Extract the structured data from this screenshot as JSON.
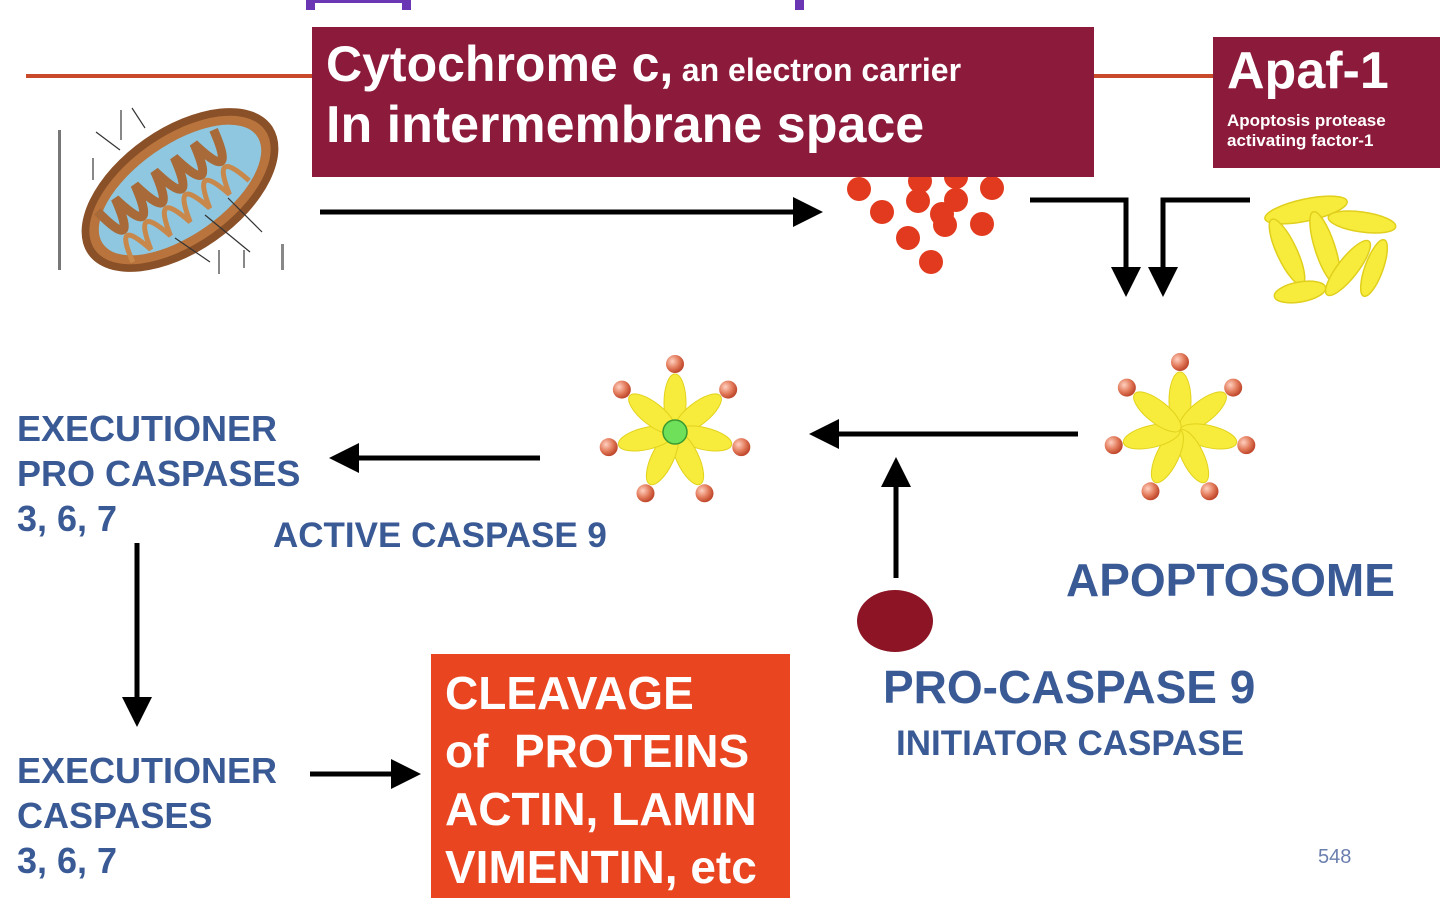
{
  "colors": {
    "maroon": "#8c1a3a",
    "orange": "#e84520",
    "blue_text": "#3a5a96",
    "membrane_line": "#c84a2a",
    "cytochrome_dot": "#e23a1e",
    "apaf_yellow": "#f7ec3c",
    "procaspase_dot": "#8c1424",
    "active_center": "#6ee05a",
    "purple_marks": "#6a36b4"
  },
  "icons": {
    "mitochondrion": "mitochondrion-illustration",
    "cytochrome": "cytochrome-c-dots",
    "apaf": "apaf-1-molecules",
    "active_caspase": "active-caspase-9-wheel",
    "apoptosome": "apoptosome-wheel",
    "procaspase": "pro-caspase-9-dot"
  },
  "cytochrome_box": {
    "line1_main": "Cytochrome c,",
    "line1_small": "an electron carrier",
    "line2": "In intermembrane space"
  },
  "apaf_box": {
    "title": "Apaf-1",
    "sub1": "Apoptosis protease",
    "sub2": "activating factor-1"
  },
  "executioner_pro": [
    "EXECUTIONER",
    "PRO CASPASES",
    "3, 6, 7"
  ],
  "active_caspase_label": "ACTIVE CASPASE 9",
  "apoptosome_label": "APOPTOSOME",
  "procaspase_label": "PRO-CASPASE 9",
  "initiator_label": "INITIATOR CASPASE",
  "executioner": [
    "EXECUTIONER",
    "CASPASES",
    "3, 6, 7"
  ],
  "cleavage_box": [
    "CLEAVAGE",
    "of  PROTEINS",
    "ACTIN, LAMIN",
    "VIMENTIN, etc"
  ],
  "slide_number": "548"
}
